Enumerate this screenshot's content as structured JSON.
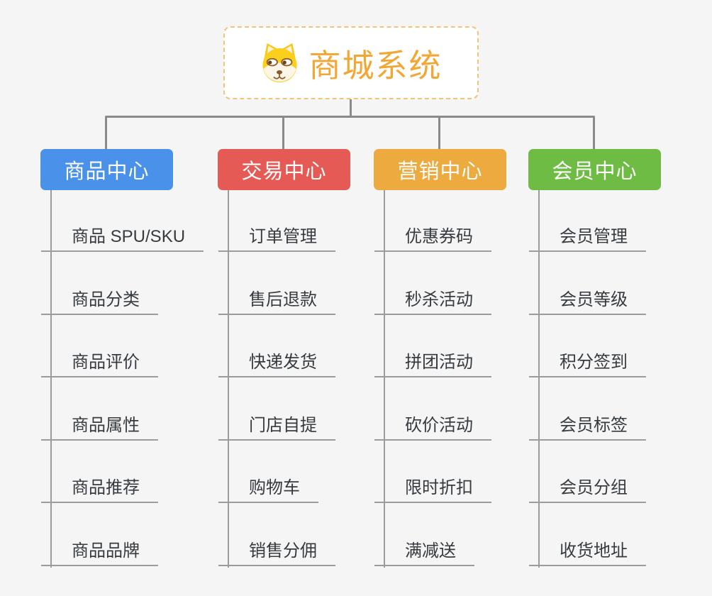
{
  "root": {
    "title": "商城系统",
    "icon": "shiba-dog-icon",
    "title_color": "#f2a735",
    "border_color": "#f3c377"
  },
  "branches": [
    {
      "label": "商品中心",
      "color": "#4a91e9",
      "items": [
        "商品 SPU/SKU",
        "商品分类",
        "商品评价",
        "商品属性",
        "商品推荐",
        "商品品牌"
      ]
    },
    {
      "label": "交易中心",
      "color": "#e65a56",
      "items": [
        "订单管理",
        "售后退款",
        "快递发货",
        "门店自提",
        "购物车",
        "销售分佣"
      ]
    },
    {
      "label": "营销中心",
      "color": "#edaa3e",
      "items": [
        "优惠券码",
        "秒杀活动",
        "拼团活动",
        "砍价活动",
        "限时折扣",
        "满减送"
      ]
    },
    {
      "label": "会员中心",
      "color": "#6ebc44",
      "items": [
        "会员管理",
        "会员等级",
        "积分签到",
        "会员标签",
        "会员分组",
        "收货地址"
      ]
    }
  ],
  "colors": {
    "background": "#f5f5f6",
    "connector_line": "#8a8a8a",
    "leaf_line": "#9c9c9c",
    "leaf_text": "#363b40"
  }
}
